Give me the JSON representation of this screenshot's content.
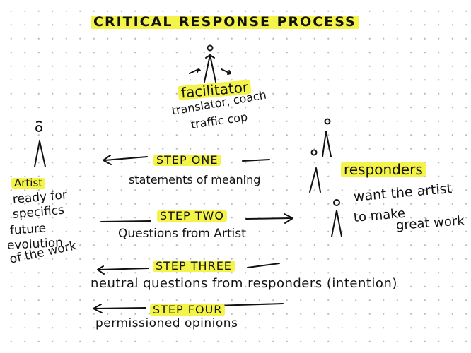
{
  "title": "CRITICAL RESPONSE PROCESS",
  "facilitator": {
    "label": "facilitator",
    "role_line1": "translator, coach",
    "role_line2": "traffic cop"
  },
  "artist": {
    "label": "Artist",
    "desc_lines": [
      "ready for",
      "specifics",
      "future",
      "evolution",
      "of the work"
    ]
  },
  "responders": {
    "label": "responders",
    "desc_lines": [
      "want the artist",
      "to make",
      "great work"
    ]
  },
  "steps": [
    {
      "label": "STEP ONE",
      "desc": "statements of meaning"
    },
    {
      "label": "STEP TWO",
      "desc": "Questions from Artist"
    },
    {
      "label": "STEP THREE",
      "desc": "neutral questions from responders (intention)"
    },
    {
      "label": "STEP FOUR",
      "desc": "permissioned opinions"
    }
  ],
  "colors": {
    "highlight": "#f3f34a",
    "ink": "#111111"
  }
}
